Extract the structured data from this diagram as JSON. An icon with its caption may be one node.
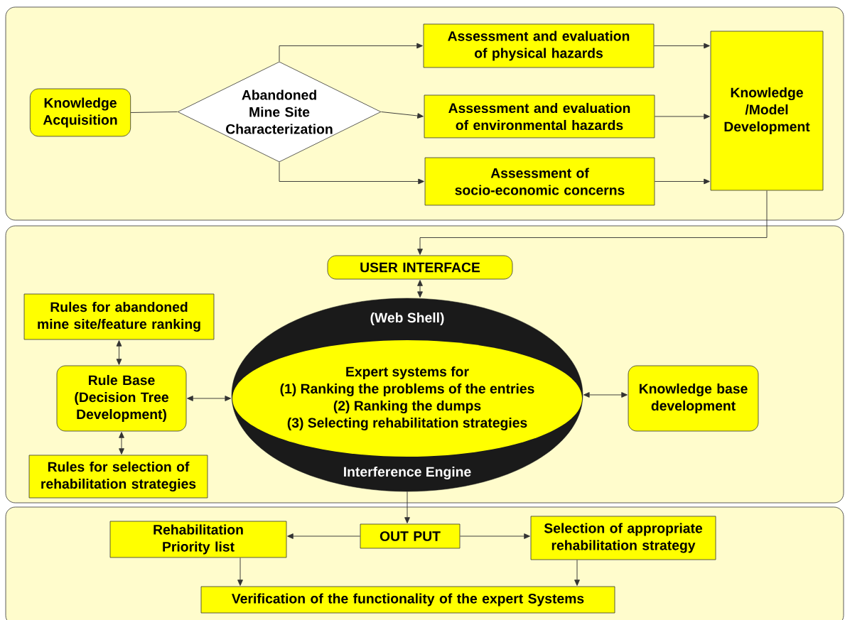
{
  "diagram": {
    "nodes": [
      {
        "text": [],
        "shape": "box"
      },
      {
        "text": [
          "Knowledge Acquisition"
        ],
        "in": 0
      },
      {
        "text": [
          "Abandoned Mine Site Characterization"
        ],
        "in": 0
      },
      {
        "text": [
          "Assessment and evaluation of physical hazards"
        ],
        "in": 0
      },
      {
        "text": [
          "Assessment and evaluation of environmental hazards"
        ],
        "in": 0
      },
      {
        "text": [
          "Assessment of socio-economic concerns"
        ],
        "in": 0
      },
      {
        "text": [
          "Knowledge /Model Development"
        ],
        "in": 0
      },
      {
        "text": [],
        "shape": "box"
      },
      {
        "text": [
          "USER INTERFACE"
        ],
        "in": 7
      },
      {
        "text": [
          "Rules for abandoned mine site/feature ranking"
        ],
        "in": 7
      },
      {
        "text": [
          "Rule Base (Decision Tree Development)"
        ],
        "in": 7
      },
      {
        "text": [
          "(Web Shell)",
          "Expert systems for",
          "(1) Ranking the problems of the entries",
          "(2) Ranking the dumps",
          "(3) Selecting rehabilitation strategies",
          "Interference Engine"
        ],
        "in": 7
      },
      {
        "text": [
          "Knowledge base development"
        ],
        "in": 7
      },
      {
        "text": [
          "Rules for selection of rehabilitation strategies"
        ],
        "in": 7
      },
      {
        "text": [],
        "shape": "box"
      },
      {
        "text": [
          "Rehabilitation Priority list"
        ],
        "in": 14
      },
      {
        "text": [
          "OUT PUT"
        ],
        "in": 14
      },
      {
        "text": [
          "Selection of appropriate rehabilitation strategy"
        ],
        "in": 14
      },
      {
        "text": [
          "Verification of the functionality of the expert Systems"
        ],
        "in": 14
      }
    ],
    "edges": [
      {
        "from": 1,
        "to": 2,
        "arrow": "none"
      },
      {
        "from": 2,
        "to": 3,
        "arrow": "to"
      },
      {
        "from": 2,
        "to": 4,
        "arrow": "to"
      },
      {
        "from": 2,
        "to": 5,
        "arrow": "to"
      },
      {
        "from": 3,
        "to": 6,
        "arrow": "to"
      },
      {
        "from": 4,
        "to": 6,
        "arrow": "to"
      },
      {
        "from": 5,
        "to": 6,
        "arrow": "to"
      },
      {
        "from": 6,
        "to": 8,
        "arrow": "to"
      },
      {
        "from": 8,
        "to": 11,
        "arrow": "both"
      },
      {
        "from": 9,
        "to": 10,
        "arrow": "both"
      },
      {
        "from": 10,
        "to": 13,
        "arrow": "both"
      },
      {
        "from": 10,
        "to": 11,
        "arrow": "both"
      },
      {
        "from": 11,
        "to": 12,
        "arrow": "both"
      },
      {
        "from": 11,
        "to": 16,
        "arrow": "to"
      },
      {
        "from": 16,
        "to": 15,
        "arrow": "to"
      },
      {
        "from": 16,
        "to": 17,
        "arrow": "to"
      },
      {
        "from": 15,
        "to": 18,
        "arrow": "to"
      },
      {
        "from": 17,
        "to": 18,
        "arrow": "to"
      }
    ]
  }
}
